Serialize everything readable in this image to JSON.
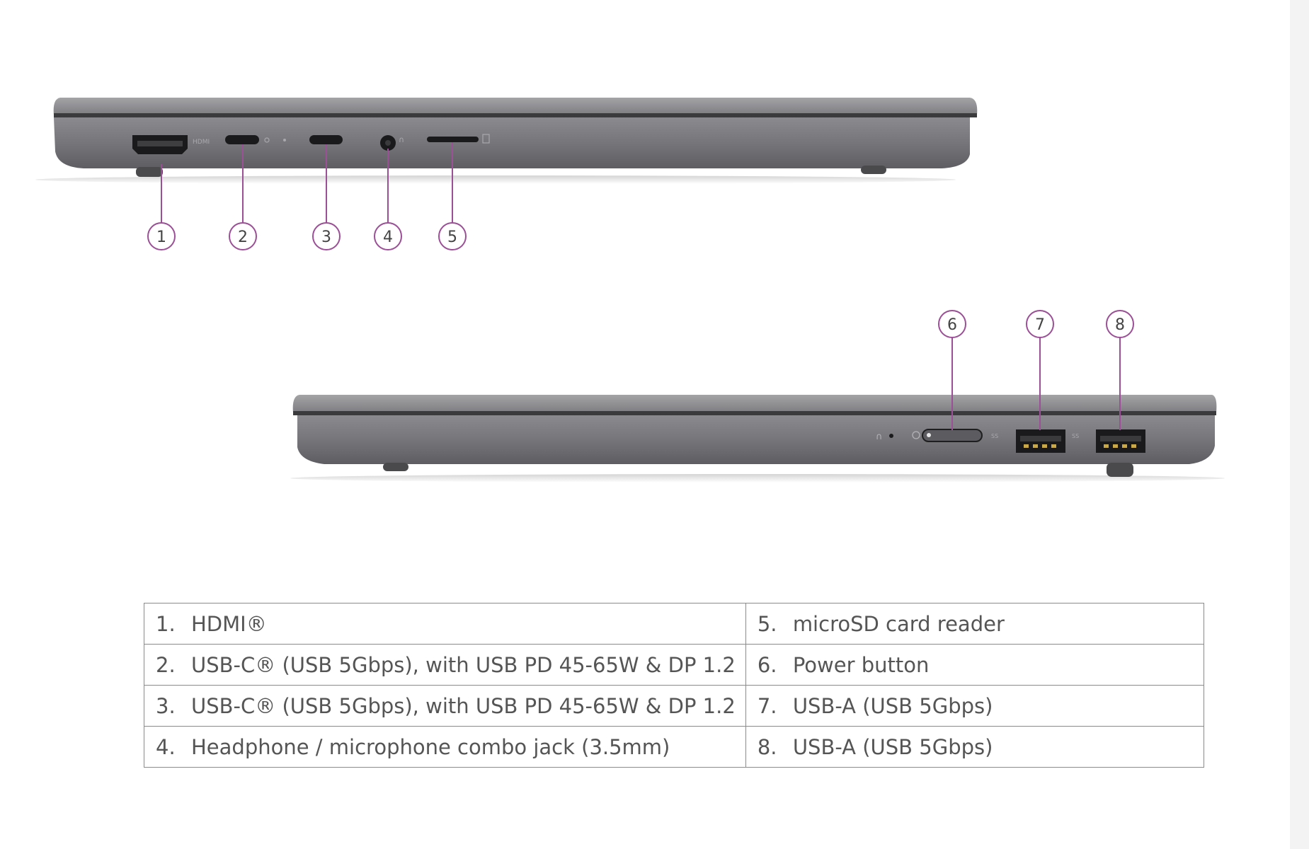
{
  "accent_color": "#9b4f96",
  "left_side_view": {
    "callouts": [
      "1",
      "2",
      "3",
      "4",
      "5"
    ]
  },
  "right_side_view": {
    "callouts": [
      "6",
      "7",
      "8"
    ]
  },
  "port_table": {
    "rows": [
      {
        "left_num": "1.",
        "left_label": "HDMI®",
        "right_num": "5.",
        "right_label": "microSD card reader"
      },
      {
        "left_num": "2.",
        "left_label": "USB-C® (USB 5Gbps), with USB PD 45-65W & DP 1.2",
        "right_num": "6.",
        "right_label": "Power button"
      },
      {
        "left_num": "3.",
        "left_label": "USB-C® (USB 5Gbps), with USB PD 45-65W & DP 1.2",
        "right_num": "7.",
        "right_label": "USB-A (USB 5Gbps)"
      },
      {
        "left_num": "4.",
        "left_label": "Headphone / microphone combo jack (3.5mm)",
        "right_num": "8.",
        "right_label": "USB-A (USB 5Gbps)"
      }
    ]
  }
}
